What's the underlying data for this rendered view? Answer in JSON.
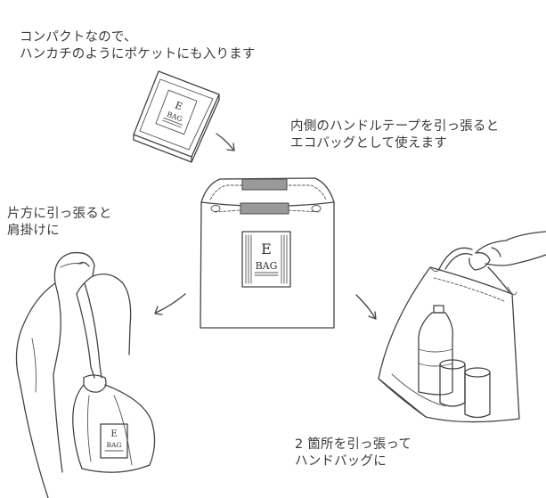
{
  "captions": {
    "compact": [
      "コンパクトなので、",
      "ハンカチのようにポケットにも入ります"
    ],
    "eco": [
      "内側のハンドルテープを引っ張ると",
      "エコバッグとして使えます"
    ],
    "shoulder": [
      "片方に引っ張ると",
      "肩掛けに"
    ],
    "handbag": [
      "2 箇所を引っ張って",
      "ハンドバッグに"
    ]
  },
  "logo": {
    "letter": "E",
    "word": "BAG"
  },
  "colors": {
    "line": "#444444",
    "handle_fill": "#9a9a9a",
    "background": "#ffffff"
  }
}
